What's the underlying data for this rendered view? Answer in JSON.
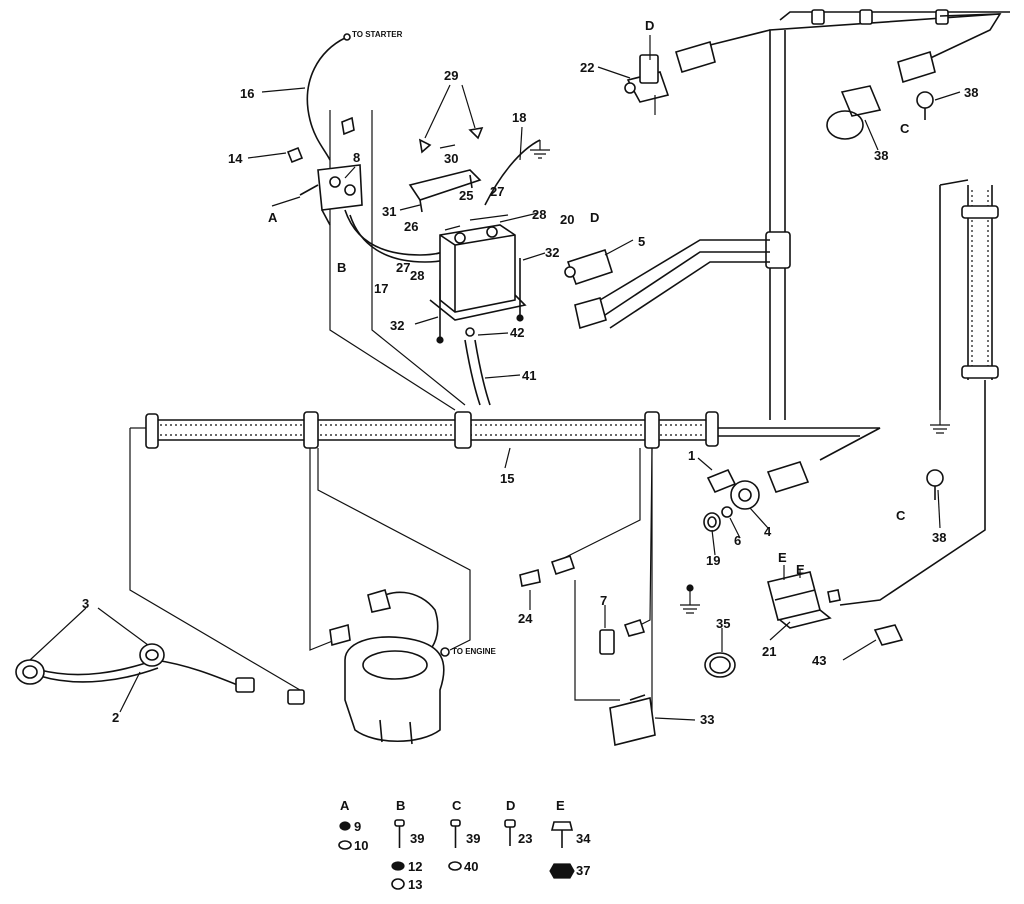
{
  "callouts": {
    "to_starter": "TO STARTER",
    "to_engine": "TO ENGINE"
  },
  "part_numbers": {
    "p1": "1",
    "p2": "2",
    "p3": "3",
    "p4": "4",
    "p5": "5",
    "p6": "6",
    "p7": "7",
    "p8": "8",
    "p14": "14",
    "p15": "15",
    "p16": "16",
    "p17": "17",
    "p18": "18",
    "p19": "19",
    "p20": "20",
    "p21": "21",
    "p22": "22",
    "p24": "24",
    "p25": "25",
    "p26": "26",
    "p27a": "27",
    "p27b": "27",
    "p28a": "28",
    "p28b": "28",
    "p29": "29",
    "p30": "30",
    "p31": "31",
    "p32a": "32",
    "p32b": "32",
    "p33": "33",
    "p35": "35",
    "p38a": "38",
    "p38b": "38",
    "p38c": "38",
    "p41": "41",
    "p42": "42",
    "p43": "43"
  },
  "letter_tags": {
    "a": "A",
    "b": "B",
    "c1": "C",
    "c2": "C",
    "d1": "D",
    "d2": "D",
    "e1": "E",
    "e2": "E"
  },
  "hardware_legend": [
    {
      "letter": "A",
      "top": "9",
      "bottom": "10"
    },
    {
      "letter": "B",
      "top": "39",
      "middle": "12",
      "bottom": "13"
    },
    {
      "letter": "C",
      "top": "39",
      "bottom": "40"
    },
    {
      "letter": "D",
      "top": "23"
    },
    {
      "letter": "E",
      "top": "34",
      "bottom": "37"
    }
  ]
}
